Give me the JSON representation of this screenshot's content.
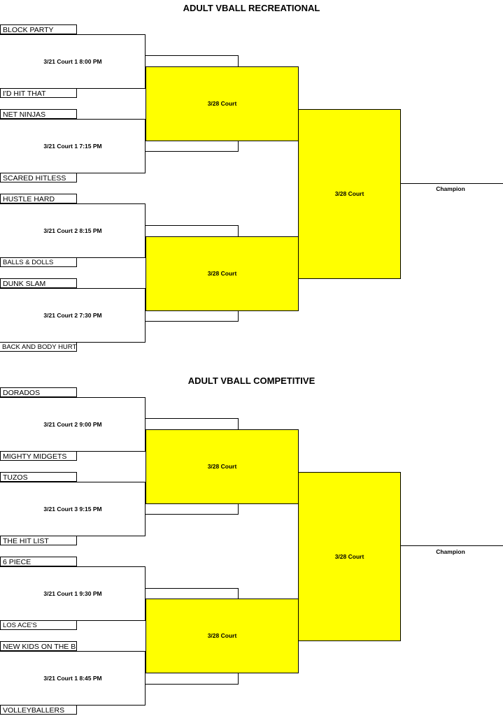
{
  "rec": {
    "title": "ADULT VBALL RECREATIONAL",
    "teams": [
      "BLOCK PARTY",
      "I'D HIT THAT",
      "NET NINJAS",
      "SCARED HITLESS",
      "HUSTLE HARD",
      "BALLS & DOLLS",
      "DUNK SLAM",
      "BACK AND BODY HURTS"
    ],
    "matches": [
      "3/21 Court 1 8:00 PM",
      "3/21 Court 1 7:15 PM",
      "3/21 Court 2 8:15 PM",
      "3/21 Court 2 7:30 PM"
    ],
    "semis": [
      "3/28 Court",
      "3/28 Court"
    ],
    "final": "3/28 Court",
    "champion": "Champion"
  },
  "comp": {
    "title": "ADULT VBALL COMPETITIVE",
    "teams": [
      "DORADOS",
      "MIGHTY MIDGETS",
      "TUZOS",
      "THE HIT LIST",
      "6 PIECE",
      "LOS ACE'S",
      "NEW KIDS ON THE BLOCK",
      "VOLLEYBALLERS"
    ],
    "matches": [
      "3/21 Court 2 9:00 PM",
      "3/21 Court 3 9:15 PM",
      "3/21 Court 1 9:30 PM",
      "3/21 Court 1 8:45 PM"
    ],
    "semis": [
      "3/28 Court",
      "3/28 Court"
    ],
    "final": "3/28 Court",
    "champion": "Champion"
  }
}
